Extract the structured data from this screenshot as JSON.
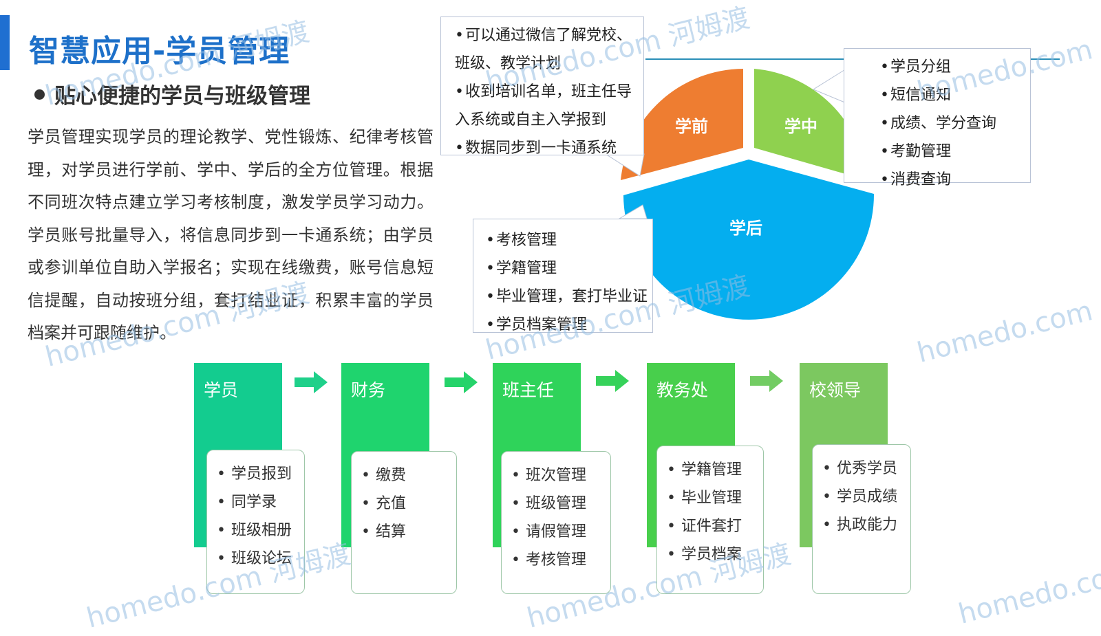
{
  "title": "智慧应用-学员管理",
  "subtitle": "贴心便捷的学员与班级管理",
  "description": "学员管理实现学员的理论教学、党性锻炼、纪律考核管理，对学员进行学前、学中、学后的全方位管理。根据不同班次特点建立学习考核制度，激发学员学习动力。学员账号批量导入，将信息同步到一卡通系统；由学员或参训单位自助入学报名；实现在线缴费，账号信息短信提醒，自动按班分组，套打结业证，积累丰富的学员档案并可跟随维护。",
  "pie": {
    "segments": [
      {
        "label": "学前",
        "color": "#ee7d31"
      },
      {
        "label": "学中",
        "color": "#8fd14f"
      },
      {
        "label": "学后",
        "color": "#04aeef"
      }
    ]
  },
  "callouts": {
    "pre": [
      "可以通过微信了解党校、班级、教学计划",
      "收到培训名单，班主任导入系统或自主入学报到",
      "数据同步到一卡通系统"
    ],
    "mid": [
      "学员分组",
      "短信通知",
      "成绩、学分查询",
      "考勤管理",
      "消费查询"
    ],
    "post": [
      "考核管理",
      "学籍管理",
      "毕业管理，套打毕业证",
      "学员档案管理"
    ]
  },
  "flow": [
    {
      "name": "学员",
      "color": "#13cc8f",
      "items": [
        "学员报到",
        "同学录",
        "班级相册",
        "班级论坛"
      ]
    },
    {
      "name": "财务",
      "color": "#1fd46e",
      "items": [
        "缴费",
        "充值",
        "结算"
      ]
    },
    {
      "name": "班主任",
      "color": "#2fd35a",
      "items": [
        "班次管理",
        "班级管理",
        "请假管理",
        "考核管理"
      ]
    },
    {
      "name": "教务处",
      "color": "#48cf4c",
      "items": [
        "学籍管理",
        "毕业管理",
        "证件套打",
        "学员档案"
      ]
    },
    {
      "name": "校领导",
      "color": "#7cc860",
      "items": [
        "优秀学员",
        "学员成绩",
        "执政能力"
      ]
    }
  ],
  "watermark": {
    "brand": "homedo.com",
    "cn": "河姆渡",
    "color": "#9cc4e6"
  }
}
